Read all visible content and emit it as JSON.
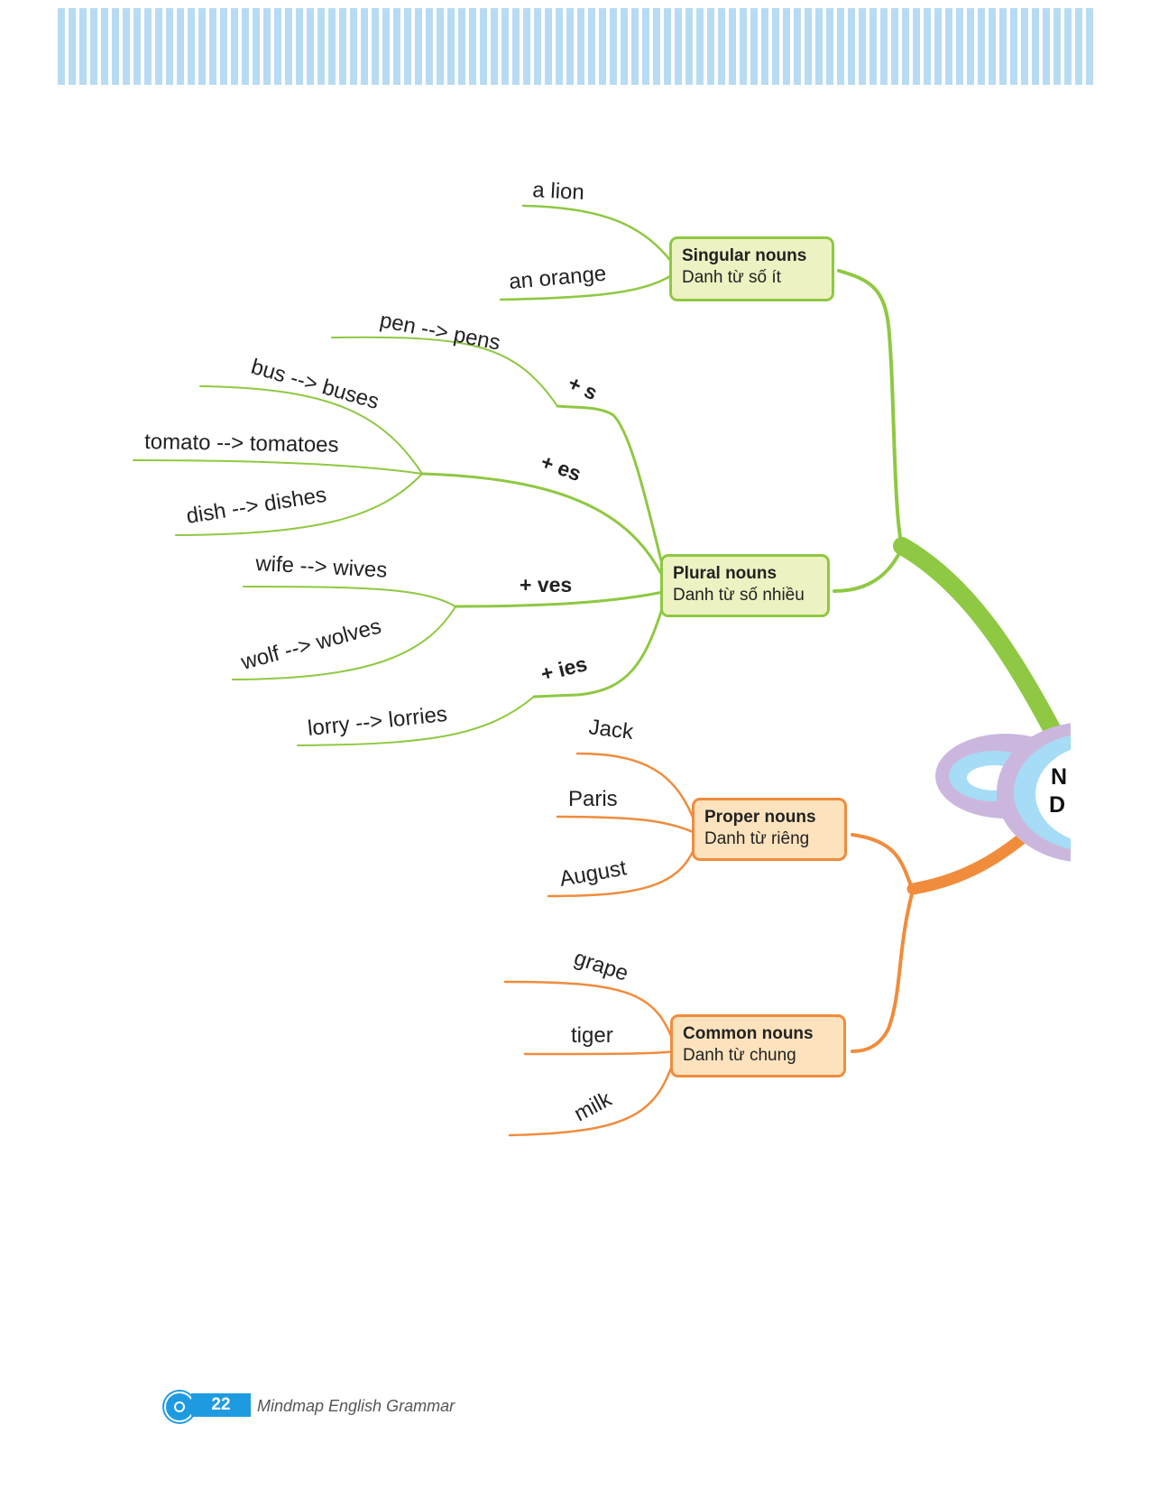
{
  "footer": {
    "page_number": "22",
    "book_title": "Mindmap English Grammar"
  },
  "center": {
    "line1": "N",
    "line2": "D"
  },
  "nodes": {
    "singular": {
      "title": "Singular nouns",
      "subtitle": "Danh từ số ít"
    },
    "plural": {
      "title": "Plural nouns",
      "subtitle": "Danh từ số nhiều"
    },
    "proper": {
      "title": "Proper nouns",
      "subtitle": "Danh từ riêng"
    },
    "common": {
      "title": "Common nouns",
      "subtitle": "Danh từ chung"
    }
  },
  "singular_examples": [
    "a lion",
    "an orange"
  ],
  "plural_rules": [
    {
      "rule": "+ s",
      "examples": [
        "pen --> pens"
      ]
    },
    {
      "rule": "+ es",
      "examples": [
        "bus --> buses",
        "tomato --> tomatoes",
        "dish --> dishes"
      ]
    },
    {
      "rule": "+ ves",
      "examples": [
        "wife --> wives",
        "wolf --> wolves"
      ]
    },
    {
      "rule": "+ ies",
      "examples": [
        "lorry --> lorries"
      ]
    }
  ],
  "proper_examples": [
    "Jack",
    "Paris",
    "August"
  ],
  "common_examples": [
    "grape",
    "tiger",
    "milk"
  ],
  "colors": {
    "green": "#8fc842",
    "green_fill": "#edf2c2",
    "orange": "#f08c3c",
    "orange_fill": "#fde3bd",
    "header_blue": "#b8dbf4",
    "accent_blue": "#1e9be0",
    "center_purple": "#cbb7dd",
    "center_cyan": "#a6dcf5"
  }
}
